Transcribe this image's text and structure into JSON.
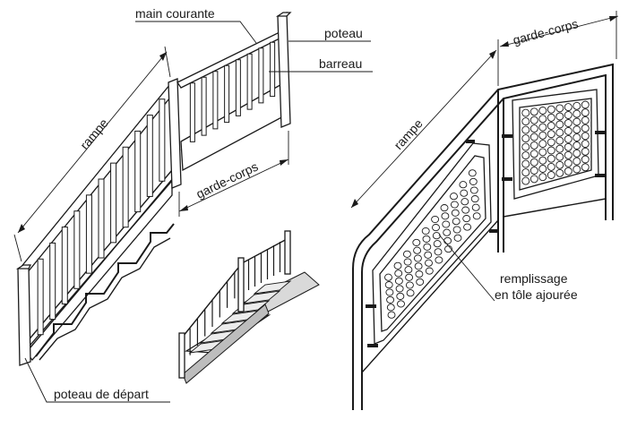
{
  "labels": {
    "main_courante": "main courante",
    "poteau": "poteau",
    "barreau": "barreau",
    "rampe_left": "rampe",
    "garde_corps_left": "garde-corps",
    "poteau_de_depart": "poteau de départ",
    "garde_corps_right": "garde-corps",
    "rampe_right": "rampe",
    "remplissage_line1": "remplissage",
    "remplissage_line2": "en tôle ajourée"
  },
  "colors": {
    "ink": "#1a1a1a",
    "background": "#ffffff",
    "grey": "#d9d9d9"
  }
}
